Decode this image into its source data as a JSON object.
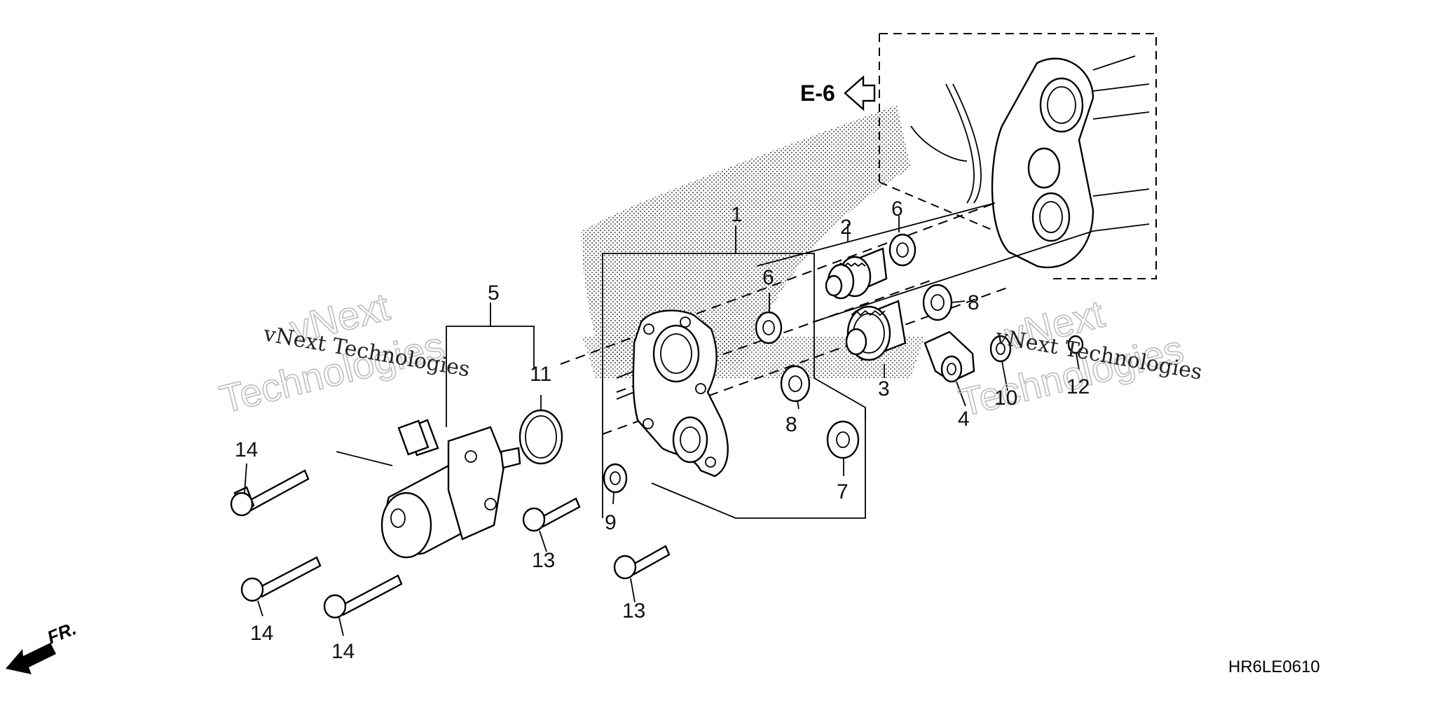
{
  "diagram": {
    "reference_label": "E-6",
    "front_label": "FR.",
    "diagram_code": "HR6LE0610",
    "watermark": {
      "serif_text": "vNext Technologies",
      "outline_line1": "vNext",
      "outline_line2": "Technologies"
    },
    "callouts": {
      "c1": "1",
      "c2": "2",
      "c3": "3",
      "c4": "4",
      "c5": "5",
      "c6a": "6",
      "c6b": "6",
      "c7": "7",
      "c8a": "8",
      "c8b": "8",
      "c9": "9",
      "c10": "10",
      "c11": "11",
      "c12": "12",
      "c13a": "13",
      "c13b": "13",
      "c14a": "14",
      "c14b": "14",
      "c14c": "14"
    }
  }
}
